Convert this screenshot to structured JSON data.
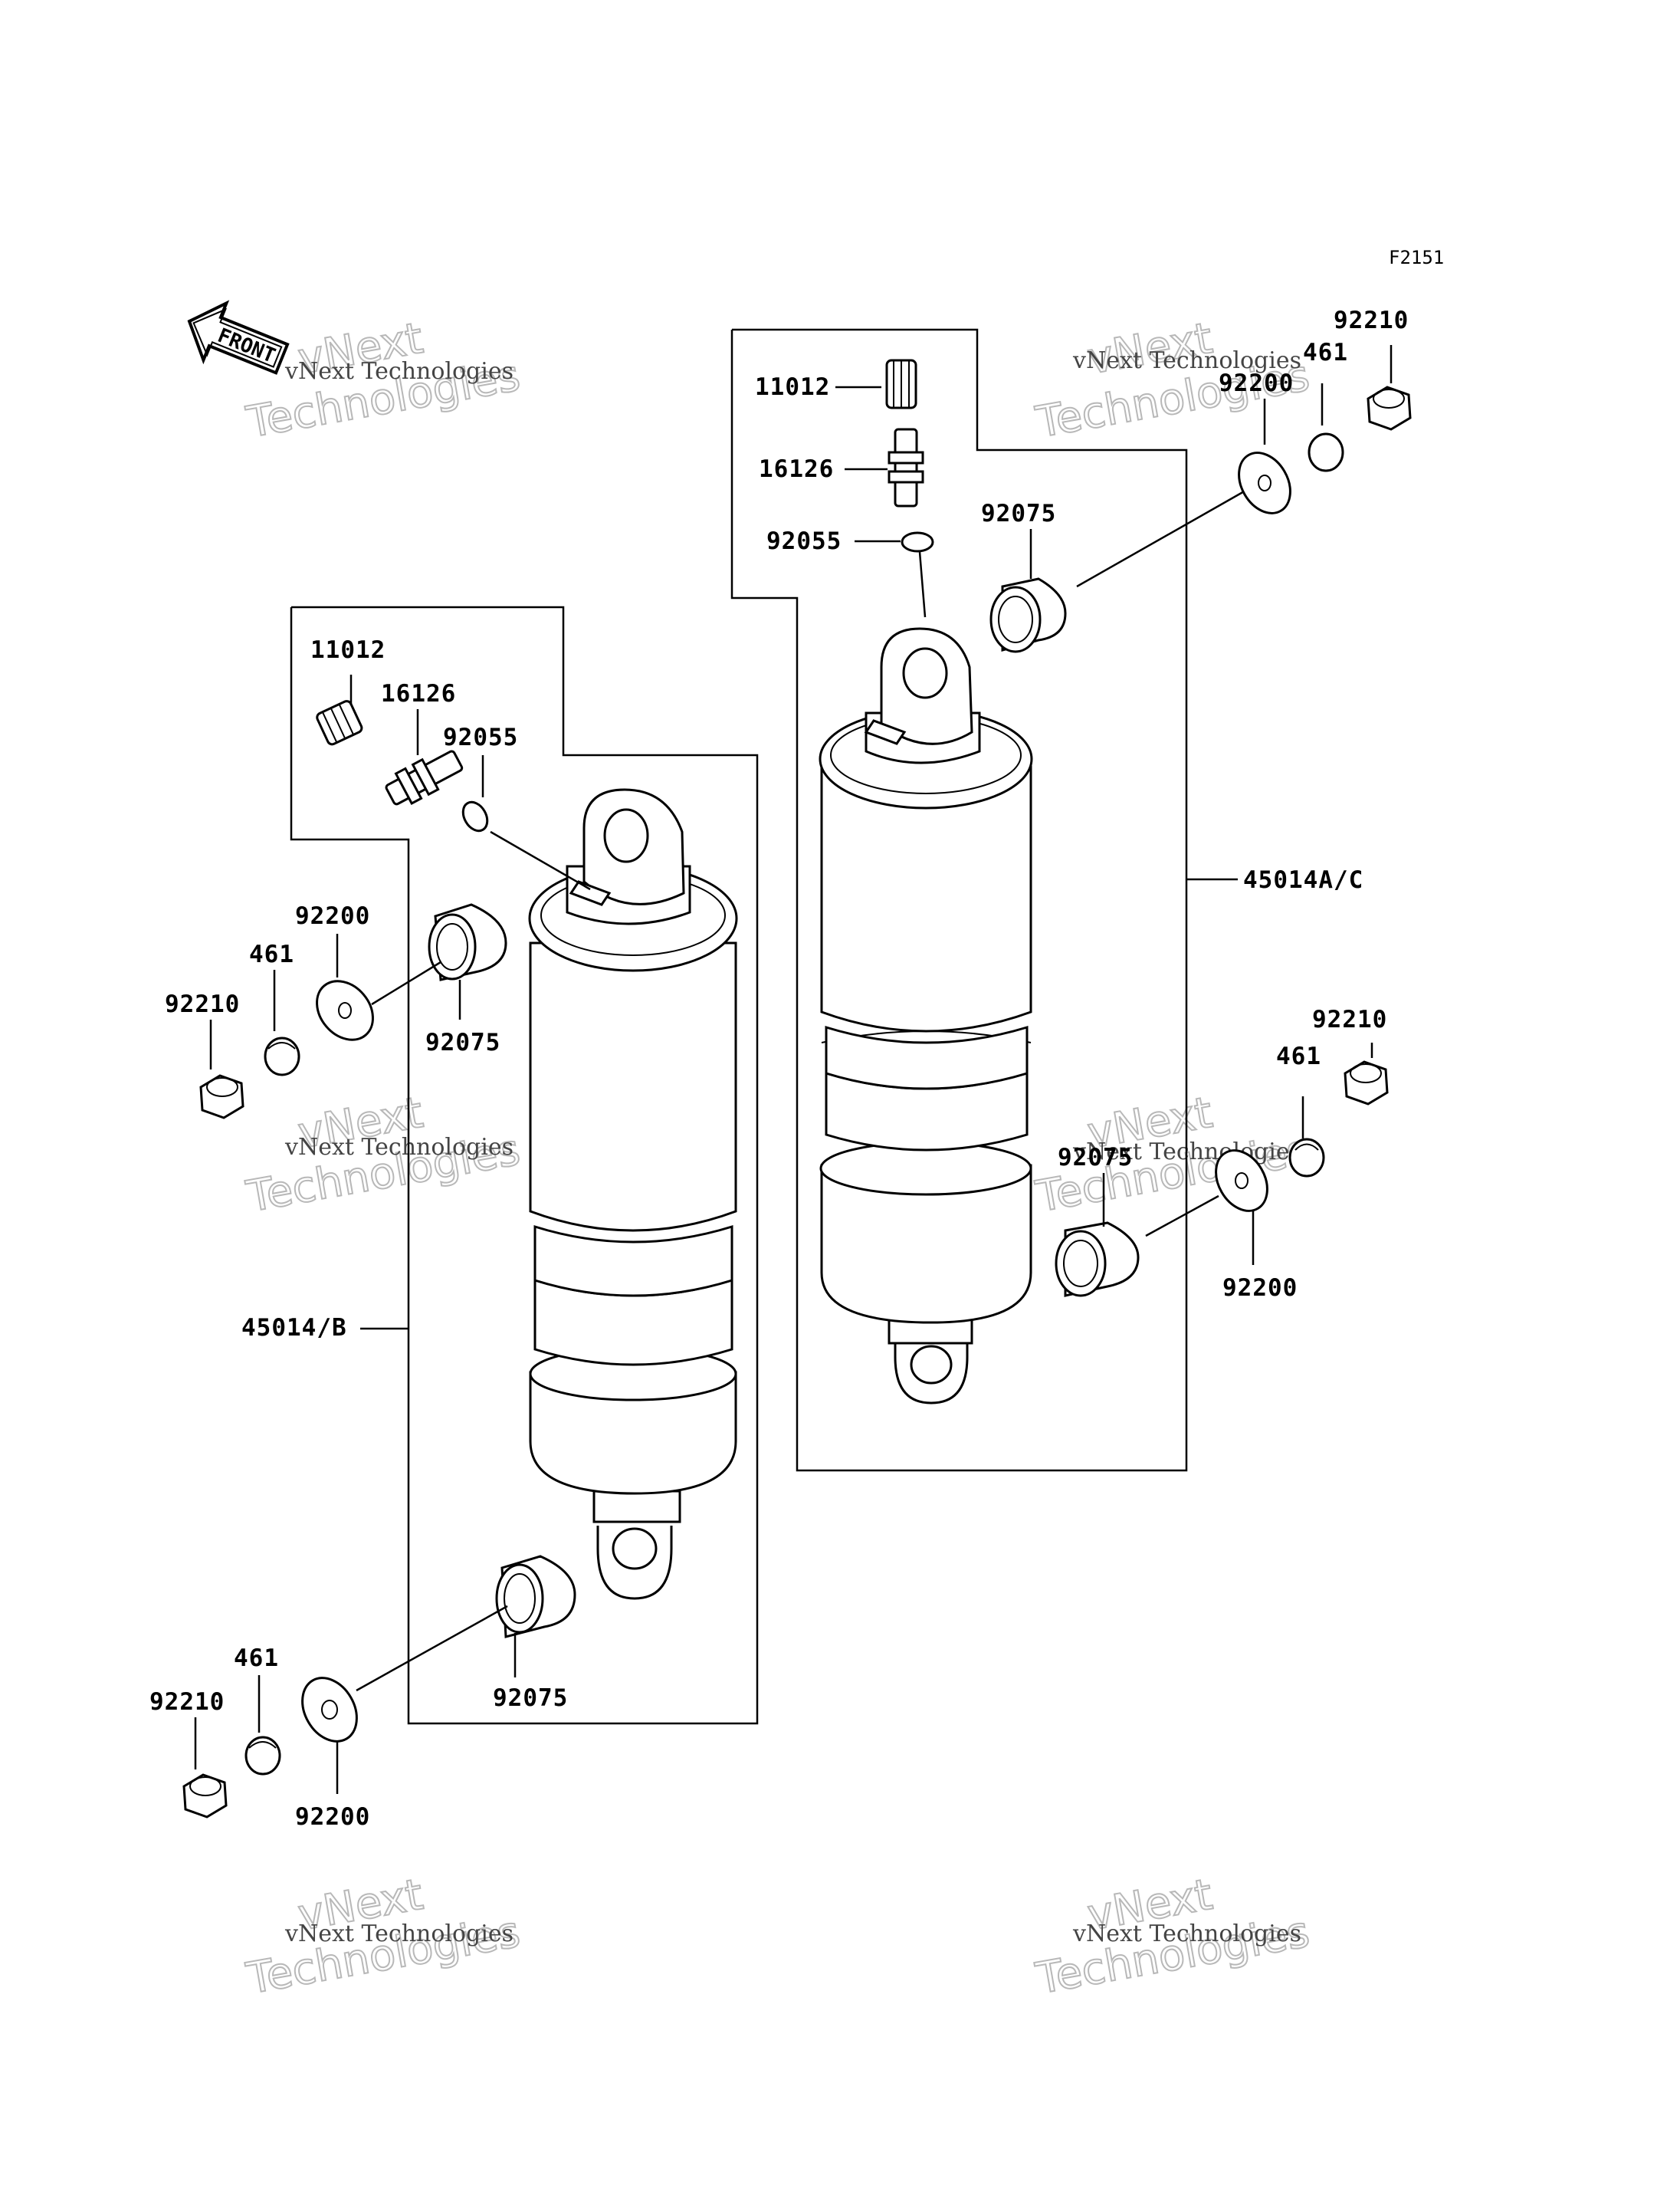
{
  "diagram": {
    "figure_code": "F2151",
    "front_label": "FRONT",
    "watermark": {
      "line1": "vNext",
      "line2": "Technologies",
      "tagline": "vNext Technologies"
    },
    "left_assembly": {
      "group_label": "45014/B",
      "labels": {
        "cap": "11012",
        "valve": "16126",
        "oring": "92055",
        "washer_top": "92200",
        "circlip_top": "461",
        "nut_top": "92210",
        "collar_top": "92075",
        "collar_bottom": "92075",
        "circlip_bottom": "461",
        "nut_bottom": "92210",
        "washer_bottom": "92200"
      }
    },
    "right_assembly": {
      "group_label": "45014A/C",
      "labels": {
        "cap": "11012",
        "valve": "16126",
        "oring": "92055",
        "washer_top": "92200",
        "circlip_top": "461",
        "nut_top": "92210",
        "collar_top": "92075",
        "collar_bottom": "92075",
        "circlip_bottom": "461",
        "nut_bottom": "92210",
        "washer_bottom": "92200"
      }
    }
  }
}
